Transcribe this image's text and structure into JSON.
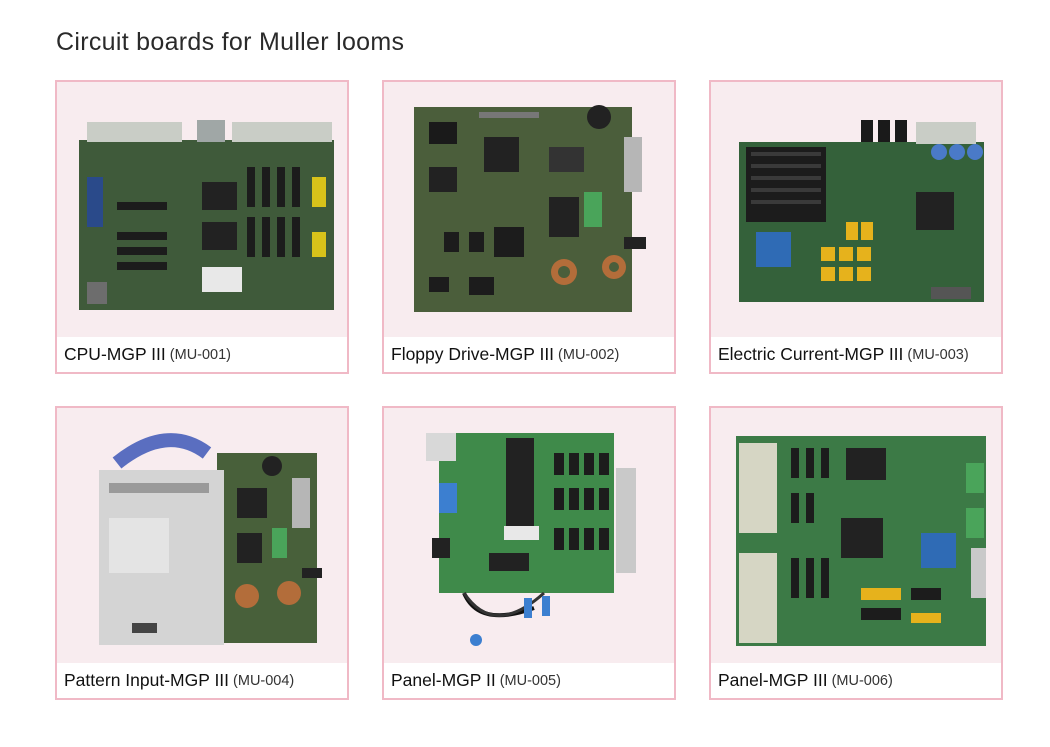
{
  "page": {
    "title": "Circuit boards for Muller looms"
  },
  "products": [
    {
      "name": "CPU-MGP III",
      "code": "(MU-001)",
      "icon": "pcb-cpu-board-image"
    },
    {
      "name": "Floppy Drive-MGP III",
      "code": "(MU-002)",
      "icon": "pcb-floppy-drive-board-image"
    },
    {
      "name": "Electric Current-MGP III",
      "code": "(MU-003)",
      "icon": "pcb-electric-current-board-image"
    },
    {
      "name": "Pattern Input-MGP III",
      "code": "(MU-004)",
      "icon": "pcb-pattern-input-board-image"
    },
    {
      "name": "Panel-MGP II",
      "code": "(MU-005)",
      "icon": "pcb-panel-mgp2-board-image"
    },
    {
      "name": "Panel-MGP III",
      "code": "(MU-006)",
      "icon": "pcb-panel-mgp3-board-image"
    }
  ]
}
